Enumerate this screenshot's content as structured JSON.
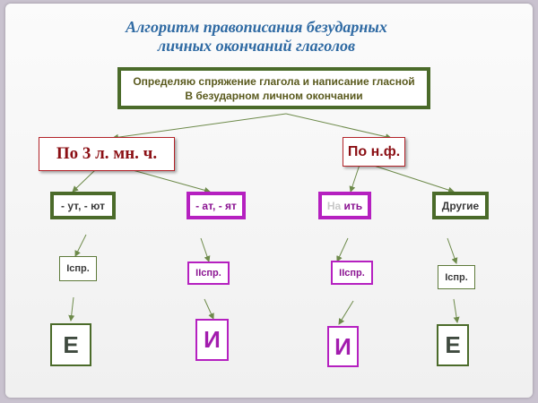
{
  "title": {
    "line1": "Алгоритм правописания безударных",
    "line2": "личных окончаний глаголов"
  },
  "top_box": {
    "line1": "Определяю спряжение глагола и написание гласной",
    "line2": "В безударном личном окончании"
  },
  "branch_left": "По 3 л. мн. ч.",
  "branch_right": "По н.ф.",
  "endings": {
    "ut_yut": "- ут, - ют",
    "at_yat": "- ат, - ят",
    "na_prefix": "На",
    "na_suffix": "ить",
    "other": "Другие"
  },
  "conjugations": {
    "c1": "Iспр.",
    "c2": "IIспр.",
    "c3": "IIспр.",
    "c4": "Iспр."
  },
  "letters": {
    "l1": "Е",
    "l2": "И",
    "l3": "И",
    "l4": "Е"
  }
}
